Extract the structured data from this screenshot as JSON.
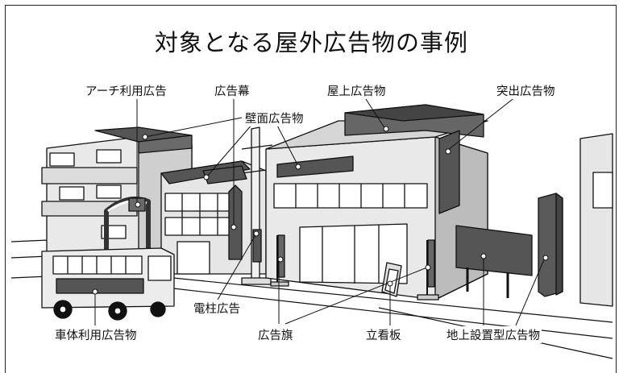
{
  "title": "対象となる屋外広告物の事例",
  "labels": {
    "arch": "アーチ利用広告",
    "banner": "広告幕",
    "wall": "壁面広告物",
    "rooftop": "屋上広告物",
    "projecting": "突出広告物",
    "pole": "電柱広告",
    "vehicle": "車体利用広告物",
    "flag": "広告旗",
    "standing": "立看板",
    "ground": "地上設置型広告物"
  }
}
